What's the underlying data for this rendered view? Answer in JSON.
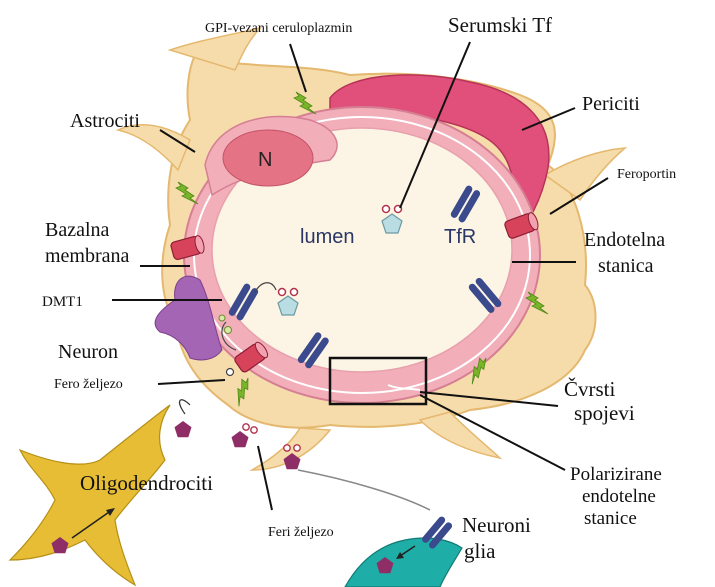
{
  "labels": {
    "gpi": "GPI-vezani ceruloplazmin",
    "serum_tf": "Serumski Tf",
    "astrociti": "Astrociti",
    "periciti": "Periciti",
    "feroportin": "Feroportin",
    "bazalna_1": "Bazalna",
    "bazalna_2": "membrana",
    "endotelna_1": "Endotelna",
    "endotelna_2": "stanica",
    "dmt1": "DMT1",
    "neuron": "Neuron",
    "fero": "Fero željezo",
    "cvrsti_1": "Čvrsti",
    "cvrsti_2": "spojevi",
    "oligo": "Oligodendrociti",
    "polar_1": "Polarizirane",
    "polar_2": "endotelne",
    "polar_3": "stanice",
    "feri": "Feri željezo",
    "neuroni_1": "Neuroni",
    "neuroni_2": "glia",
    "nucleus": "N",
    "lumen": "lumen",
    "tfr": "TfR"
  },
  "colors": {
    "astrocyte": "#f6dcaa",
    "astrocyte_edge": "#e4b86e",
    "pericyte": "#e0507a",
    "endothelium": "#f2aeb9",
    "lumen": "#fcf4e4",
    "nucleus": "#e47386",
    "receptor": "#3b4a8c",
    "ferroportin": "#d8435c",
    "lightning": "#79b42b",
    "iron": "#8e2d66",
    "neuron_purple": "#a565b5",
    "oligodendrocyte": "#e6bd34",
    "glia": "#1faea7",
    "tf_pentagon": "#b9dde3"
  }
}
